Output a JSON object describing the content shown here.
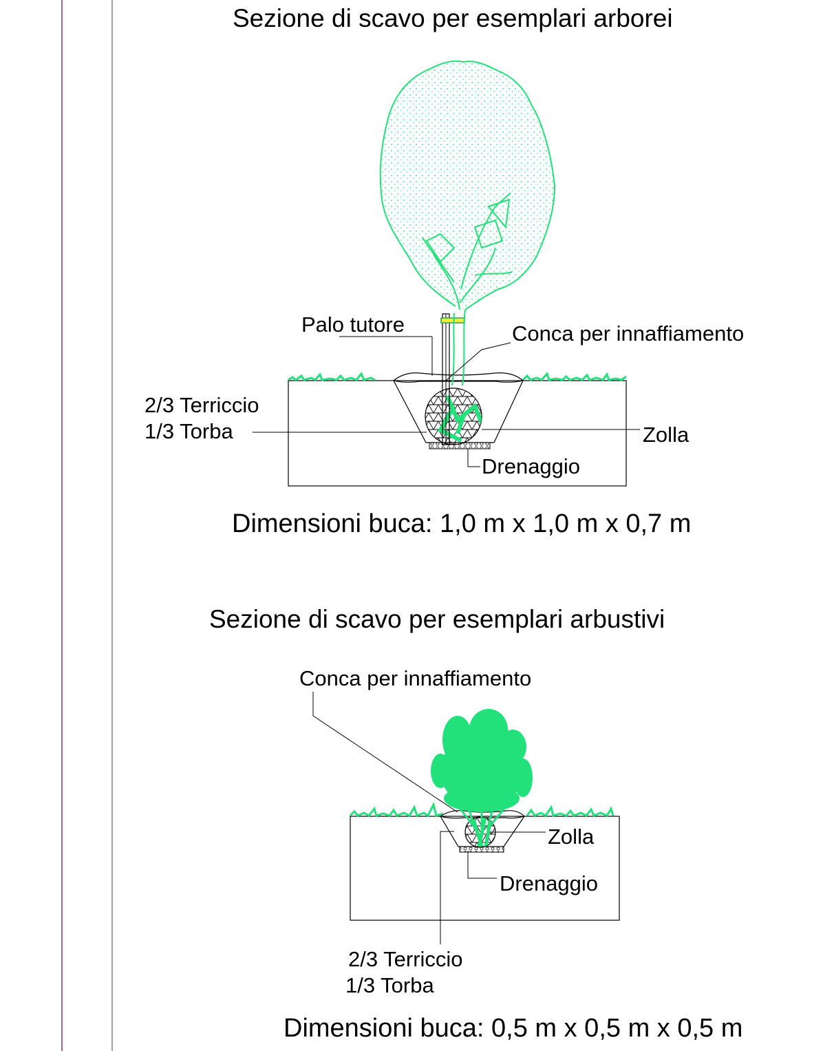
{
  "colors": {
    "frame_left": "#8b1e6b",
    "frame_right": "#7a7a7a",
    "foliage": "#22e07a",
    "ink": "#000000"
  },
  "tree_section": {
    "title": "Sezione di scavo per esemplari arborei",
    "stake_label": "Palo tutore",
    "basin_label": "Conca per innaffiamento",
    "soil_label_line1": "2/3 Terriccio",
    "soil_label_line2": "1/3 Torba",
    "rootball_label": "Zolla",
    "drainage_label": "Drenaggio",
    "dimensions": "Dimensioni buca: 1,0 m x 1,0 m x 0,7 m"
  },
  "shrub_section": {
    "title": "Sezione di scavo per esemplari arbustivi",
    "basin_label": "Conca per innaffiamento",
    "rootball_label": "Zolla",
    "drainage_label": "Drenaggio",
    "soil_label_line1": "2/3 Terriccio",
    "soil_label_line2": "1/3 Torba",
    "dimensions": "Dimensioni buca: 0,5 m x 0,5 m x 0,5 m"
  }
}
